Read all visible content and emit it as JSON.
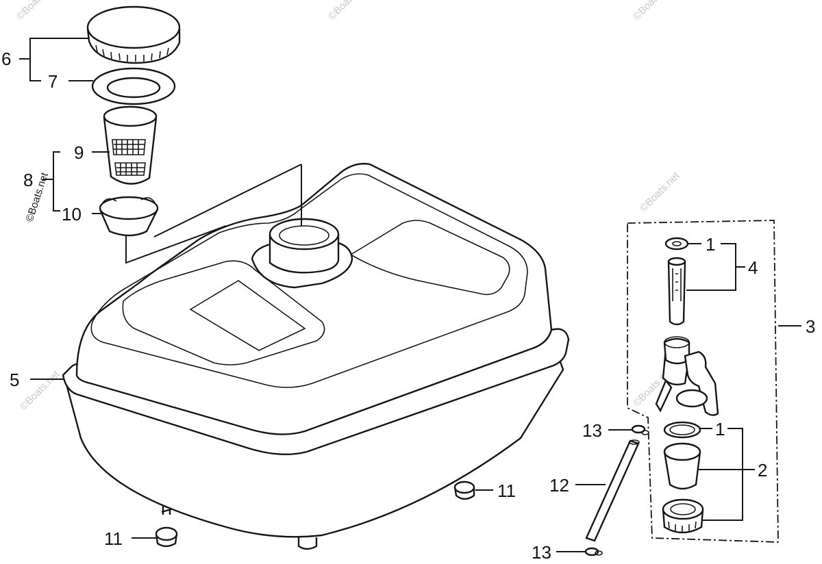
{
  "diagram": {
    "callouts": {
      "n1a": "1",
      "n1b": "1",
      "n2": "2",
      "n3": "3",
      "n4": "4",
      "n5": "5",
      "n6": "6",
      "n7": "7",
      "n8": "8",
      "n9": "9",
      "n10": "10",
      "n11a": "11",
      "n11b": "11",
      "n12": "12",
      "n13a": "13",
      "n13b": "13"
    },
    "watermark": "©Boats.net"
  }
}
